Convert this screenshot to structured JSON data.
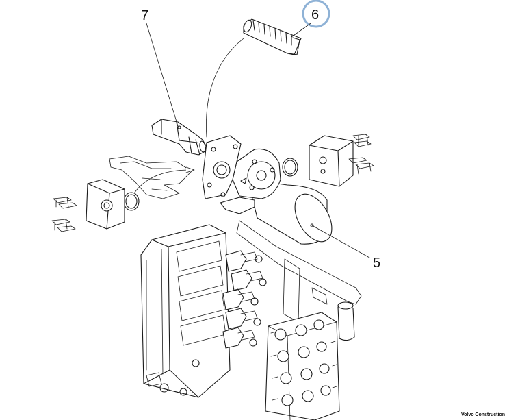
{
  "diagram": {
    "callouts": [
      {
        "label": "7"
      },
      {
        "label": "6",
        "highlighted": true
      },
      {
        "label": "5"
      }
    ],
    "highlight_color": "#8fb2d6",
    "line_color": "#1a1a1a"
  },
  "brand": {
    "text": "Volvo Construction"
  }
}
